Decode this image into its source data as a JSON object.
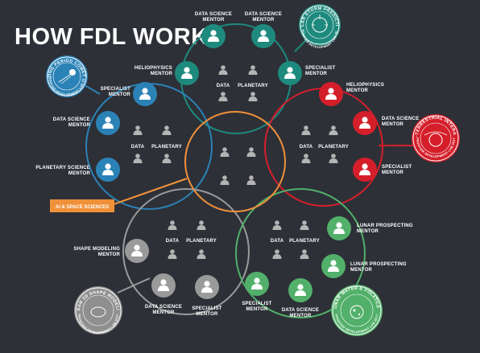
{
  "title": "HOW FDL WORKS",
  "colors": {
    "background": "#2d3037",
    "teal": "#1e8a7e",
    "blue": "#2b82b6",
    "red": "#d41f2b",
    "green": "#52b06a",
    "gray": "#9a9a9a",
    "orange": "#f0913a"
  },
  "labels": {
    "data": "DATA",
    "planetary": "PLANETARY",
    "mentor": "MENTOR",
    "data_science": "DATA SCIENCE",
    "specialist": "SPECIALIST",
    "heliophysics": "HELIOPHYSICS",
    "planetary_science": "PLANETARY SCIENCE",
    "lunar_prospecting": "LUNAR PROSPECTING",
    "shape_modeling": "SHAPE MODELING"
  },
  "center_tag": "AI & SPACE SCIENCES",
  "badges": {
    "solar_storm": "SOLAR STORM PREDICTION",
    "long_period_comets": "LONG PERIOD COMETS",
    "solar_terrestrial": "SOLAR-TERRESTRIAL INTERACTIONS",
    "radar_3d": "RADAR 3D SHAPE MODELING",
    "lunar_water": "LUNAR WATER & VOLATILES",
    "subtitle": "FRONTIER DEVELOPMENT LAB 2017"
  },
  "icons": {
    "person": "person-icon"
  }
}
